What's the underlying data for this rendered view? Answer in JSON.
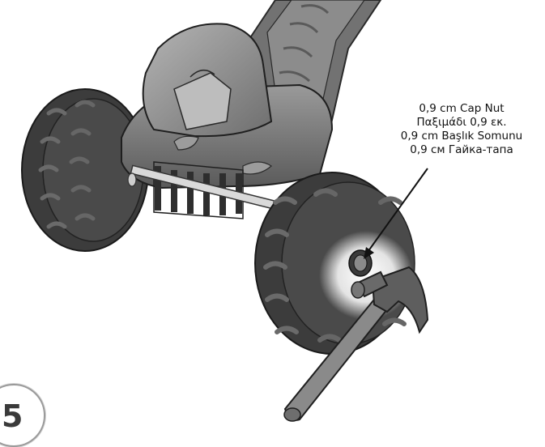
{
  "step_number": "5",
  "callout": {
    "line1": "0,9 cm Cap Nut",
    "line2": "Παξιμάδι 0,9 εκ.",
    "line3": "0,9 cm Başlık Somunu",
    "line4": "0,9 см Гайка-тапа"
  },
  "colors": {
    "body_dark": "#555555",
    "body_mid": "#808080",
    "body_light": "#a8a8a8",
    "tire": "#3c3c3c",
    "axle": "#d9d9d9",
    "hammer_handle": "#8a8a8a",
    "hammer_head": "#5e5e5e"
  },
  "icons": {
    "hammer": "hammer-icon",
    "cap_nut": "cap-nut-icon"
  }
}
